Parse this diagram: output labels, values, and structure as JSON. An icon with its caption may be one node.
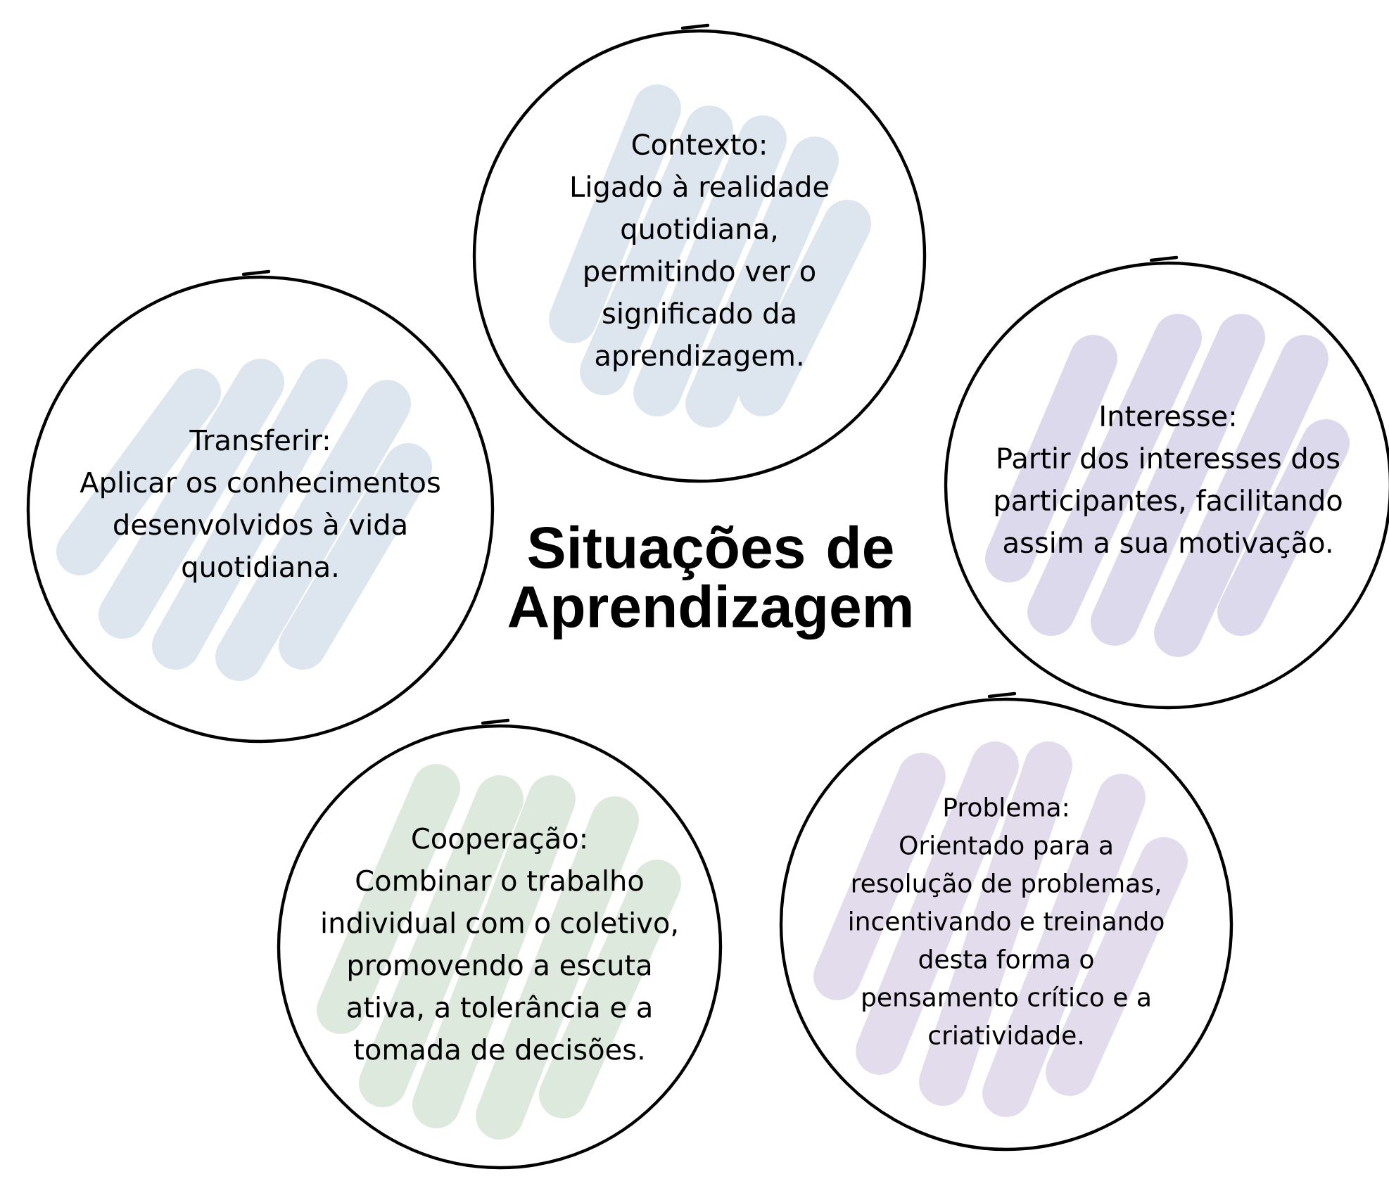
{
  "diagram": {
    "title": "Situações de Aprendizagem",
    "nodes": [
      {
        "text": [
          "Contexto:",
          "Ligado à realidade quotidiana, permitindo ver o significado da aprendizagem."
        ]
      },
      {
        "text": [
          "Transferir:",
          "Aplicar os conhecimentos desenvolvidos à vida quotidiana."
        ]
      },
      {
        "text": [
          "Interesse:",
          "Partir dos interesses dos participantes, facilitando assim a sua motivação."
        ]
      },
      {
        "text": [
          "Cooperação:",
          "Combinar o trabalho individual com o coletivo, promovendo a escuta ativa, a tolerância e a tomada de decisões."
        ]
      },
      {
        "text": [
          "Problema:",
          "Orientado para a resolução de problemas, incentivando e treinando desta forma o pensamento crítico e a criatividade."
        ]
      }
    ],
    "edges": []
  }
}
